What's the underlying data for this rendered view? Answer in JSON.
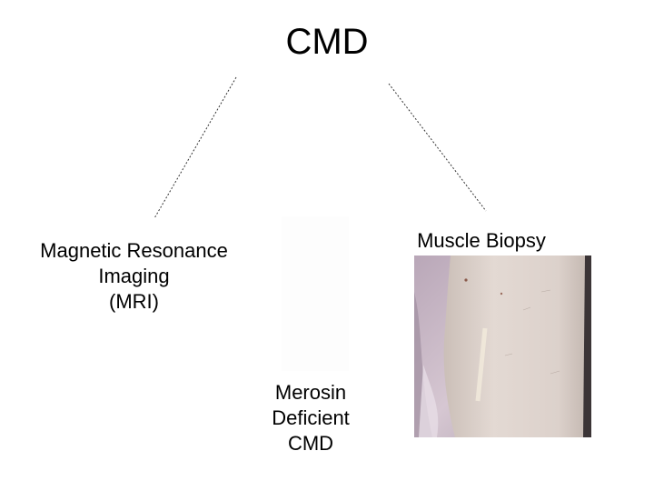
{
  "diagram": {
    "root": {
      "label": "CMD"
    },
    "nodes": [
      {
        "id": "mri",
        "lines": [
          "Magnetic Resonance",
          "Imaging",
          "(MRI)"
        ]
      },
      {
        "id": "biopsy",
        "label": "Muscle Biopsy"
      },
      {
        "id": "merosin",
        "lines": [
          "Merosin",
          "Deficient",
          "CMD"
        ]
      }
    ],
    "edges": [
      {
        "from": "CMD",
        "to": "Magnetic Resonance Imaging (MRI)",
        "style": "dotted"
      },
      {
        "from": "CMD",
        "to": "Muscle Biopsy",
        "style": "dotted"
      }
    ],
    "images": [
      {
        "id": "biopsy-photo",
        "icon": "leg-skin-photo",
        "description_colors": {
          "skin": "#d9cfc9",
          "fabric": "#c9b8c6"
        }
      }
    ]
  }
}
